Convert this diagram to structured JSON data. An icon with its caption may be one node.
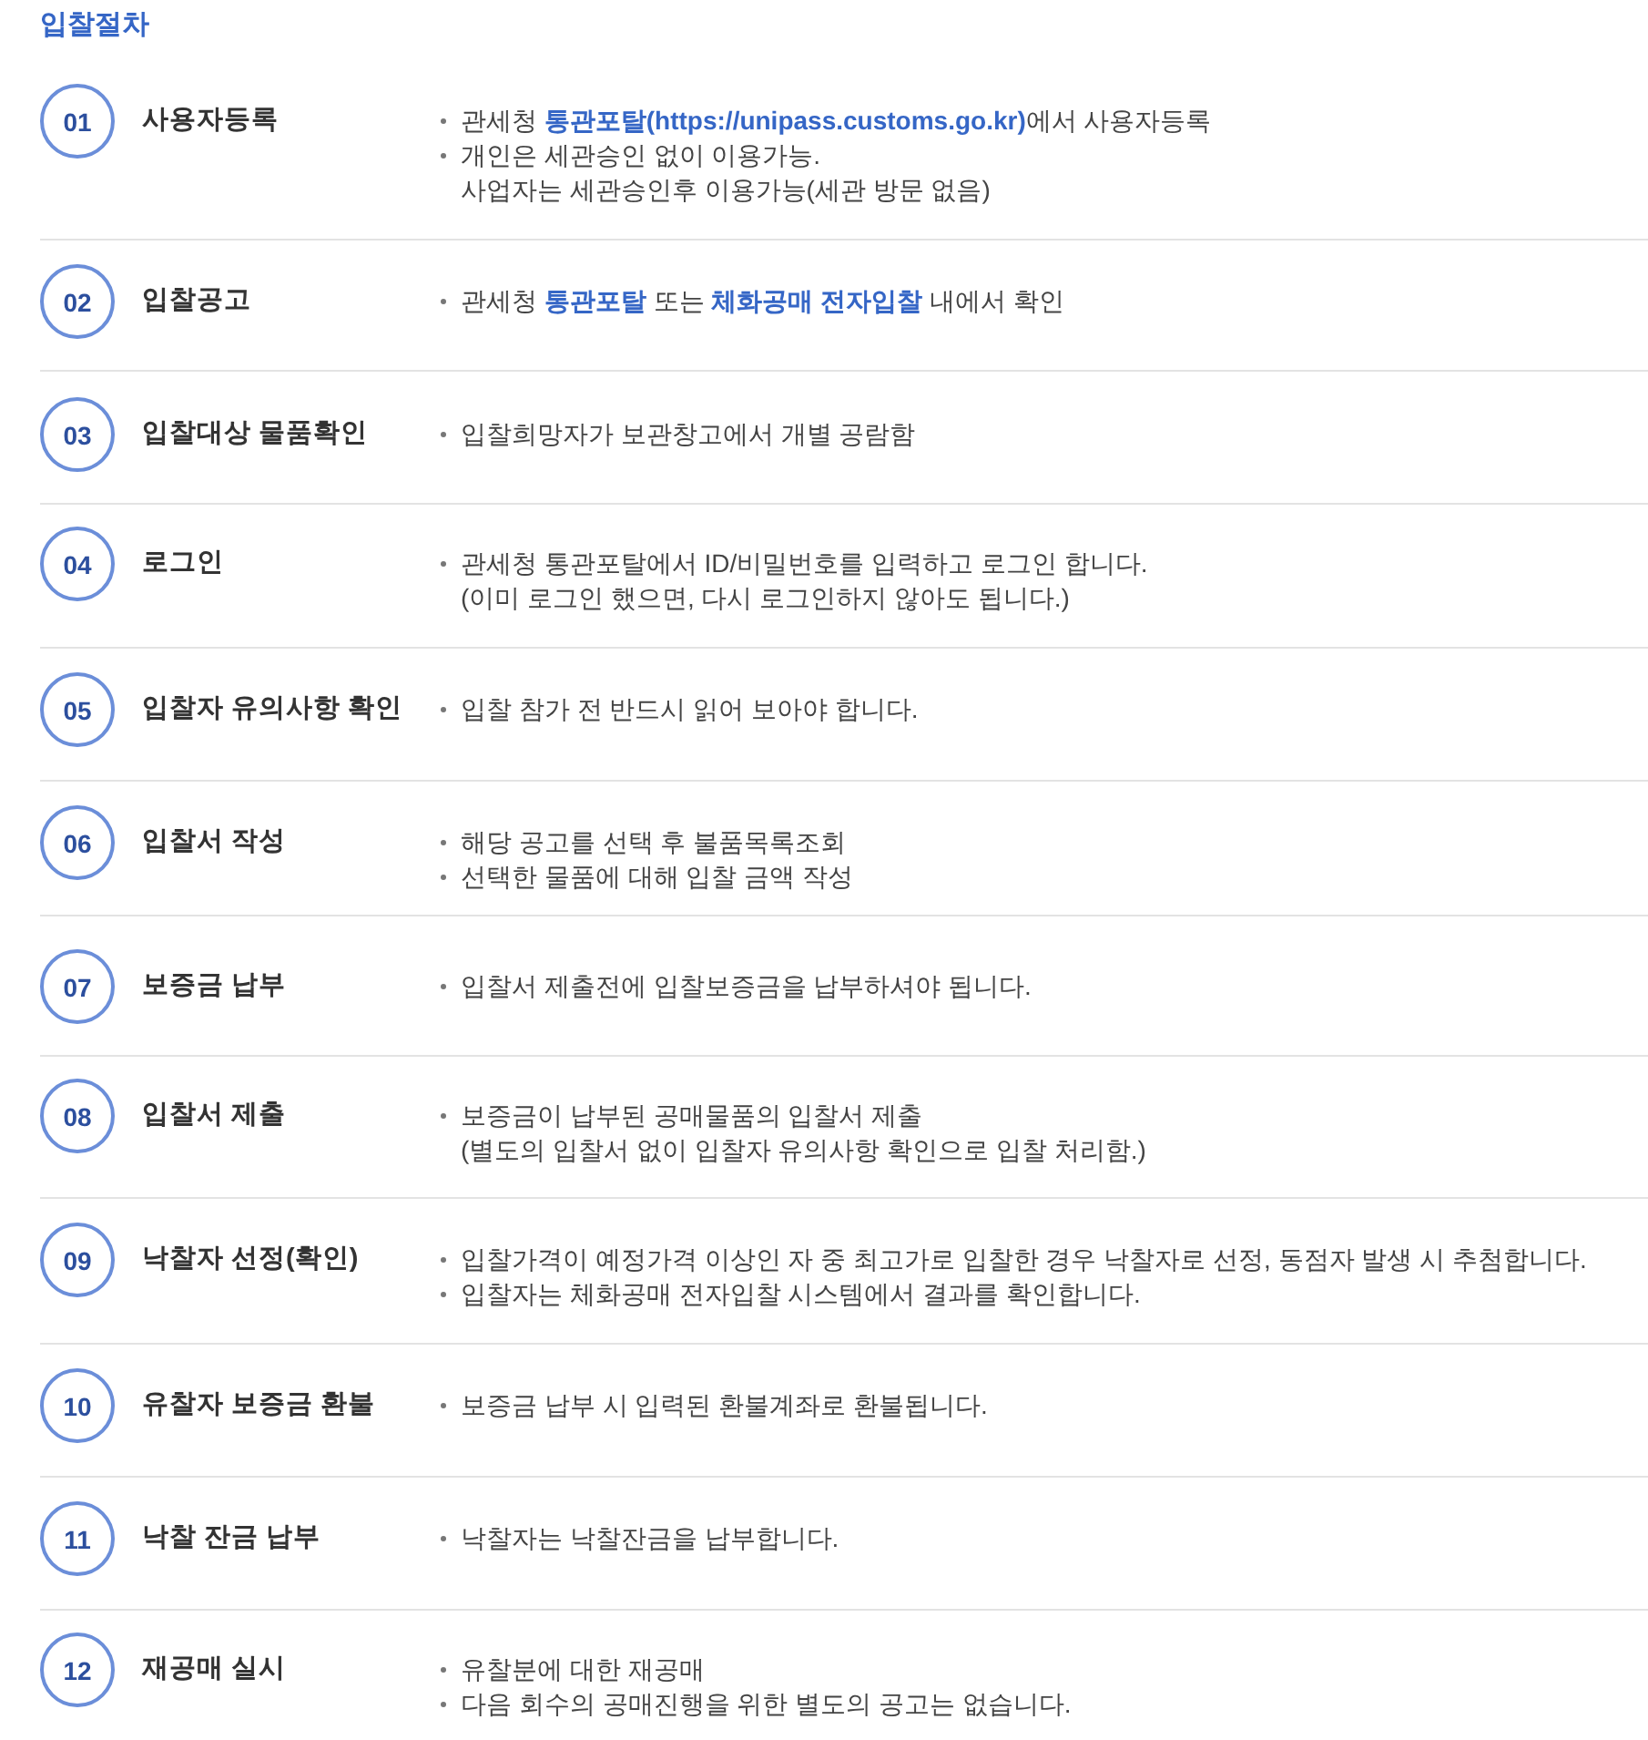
{
  "diagram": {
    "title": "입찰절차",
    "nodes": [
      {
        "text": [
          "01"
        ],
        "beside": [
          "사용자등록"
        ]
      },
      {
        "text": [
          "02"
        ],
        "beside": [
          "입찰공고"
        ]
      },
      {
        "text": [
          "03"
        ],
        "beside": [
          "입찰대상 물품확인"
        ]
      },
      {
        "text": [
          "04"
        ],
        "beside": [
          "로그인"
        ]
      },
      {
        "text": [
          "05"
        ],
        "beside": [
          "입찰자 유의사항 확인"
        ]
      },
      {
        "text": [
          "06"
        ],
        "beside": [
          "입찰서 작성"
        ]
      },
      {
        "text": [
          "07"
        ],
        "beside": [
          "보증금 납부"
        ]
      },
      {
        "text": [
          "08"
        ],
        "beside": [
          "입찰서 제출"
        ]
      },
      {
        "text": [
          "09"
        ],
        "beside": [
          "낙찰자 선정(확인)"
        ]
      },
      {
        "text": [
          "10"
        ],
        "beside": [
          "유찰자 보증금 환불"
        ]
      },
      {
        "text": [
          "11"
        ],
        "beside": [
          "낙찰 잔금 납부"
        ]
      },
      {
        "text": [
          "12"
        ],
        "beside": [
          "재공매 실시"
        ]
      }
    ],
    "labels": [
      "관세청 **통관포탈(https://unipass.customs.go.kr)**에서 사용자등록",
      "개인은 세관승인 없이 이용가능. 사업자는 세관승인후 이용가능(세관 방문 없음)",
      "관세청 **통관포탈** 또는 **체화공매 전자입찰** 내에서 확인",
      "입찰희망자가 보관창고에서 개별 공람함",
      "관세청 통관포탈에서 ID/비밀번호를 입력하고 로그인 합니다. (이미 로그인 했으면, 다시 로그인하지 않아도 됩니다.)",
      "입찰 참가 전 반드시 읽어 보아야 합니다.",
      "해당 공고를 선택 후 불품목록조회",
      "선택한 물품에 대해 입찰 금액 작성",
      "입찰서 제출전에 입찰보증금을 납부하셔야 됩니다.",
      "보증금이 납부된 공매물품의 입찰서 제출 (별도의 입찰서 없이 입찰자 유의사항 확인으로 입찰 처리함.)",
      "입찰가격이 예정가격 이상인 자 중 최고가로 입찰한 경우 낙찰자로 선정, 동점자 발생 시 추첨합니다.",
      "입찰자는 체화공매 전자입찰 시스템에서 결과를 확인합니다.",
      "보증금 납부 시 입력된 환불계좌로 환불됩니다.",
      "낙찰자는 낙찰잔금을 납부합니다.",
      "유찰분에 대한 재공매",
      "다음 회수의 공매진행을 위한 별도의 공고는 없습니다."
    ]
  }
}
